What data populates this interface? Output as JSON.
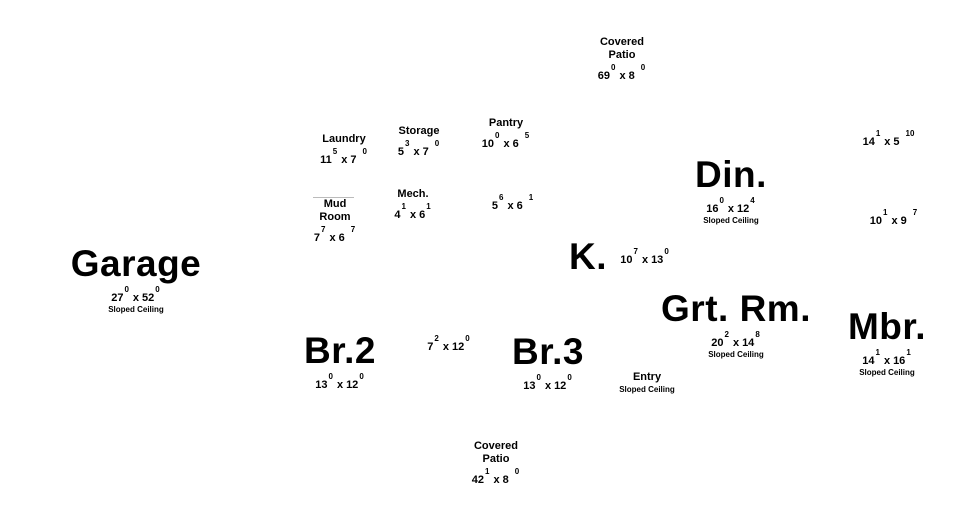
{
  "rooms": {
    "patio_top": {
      "label1": "Covered",
      "label2": "Patio",
      "w": "69",
      "wi": "0",
      "l": "8",
      "li": "0"
    },
    "laundry": {
      "label": "Laundry",
      "w": "11",
      "wi": "5",
      "l": "7",
      "li": "0"
    },
    "storage": {
      "label": "Storage",
      "w": "5",
      "wi": "3",
      "l": "7",
      "li": "0"
    },
    "pantry": {
      "label": "Pantry",
      "w": "10",
      "wi": "0",
      "l": "6",
      "li": "5"
    },
    "mudroom": {
      "label1": "Mud",
      "label2": "Room",
      "w": "7",
      "wi": "7",
      "l": "6",
      "li": "7"
    },
    "mech": {
      "label": "Mech.",
      "w": "4",
      "wi": "1",
      "l": "6",
      "li": "1"
    },
    "closet": {
      "w": "5",
      "wi": "6",
      "l": "6",
      "li": "1"
    },
    "garage": {
      "label": "Garage",
      "w": "27",
      "wi": "0",
      "l": "52",
      "li": "0",
      "note": "Sloped Ceiling"
    },
    "kitchen": {
      "label": "K.",
      "w": "10",
      "wi": "7",
      "l": "13",
      "li": "0"
    },
    "dining": {
      "label": "Din.",
      "w": "16",
      "wi": "0",
      "l": "12",
      "li": "4",
      "note": "Sloped Ceiling"
    },
    "bath_a": {
      "w": "14",
      "wi": "1",
      "l": "5",
      "li": "10"
    },
    "bath_b": {
      "w": "10",
      "wi": "1",
      "l": "9",
      "li": "7"
    },
    "great_room": {
      "label": "Grt. Rm.",
      "w": "20",
      "wi": "2",
      "l": "14",
      "li": "8",
      "note": "Sloped Ceiling"
    },
    "master": {
      "label": "Mbr.",
      "w": "14",
      "wi": "1",
      "l": "16",
      "li": "1",
      "note": "Sloped Ceiling"
    },
    "br2": {
      "label": "Br.2",
      "w": "13",
      "wi": "0",
      "l": "12",
      "li": "0"
    },
    "bath_c": {
      "w": "7",
      "wi": "2",
      "l": "12",
      "li": "0"
    },
    "br3": {
      "label": "Br.3",
      "w": "13",
      "wi": "0",
      "l": "12",
      "li": "0"
    },
    "entry": {
      "label": "Entry",
      "note": "Sloped Ceiling"
    },
    "patio_bottom": {
      "label1": "Covered",
      "label2": "Patio",
      "w": "42",
      "wi": "1",
      "l": "8",
      "li": "0"
    }
  }
}
